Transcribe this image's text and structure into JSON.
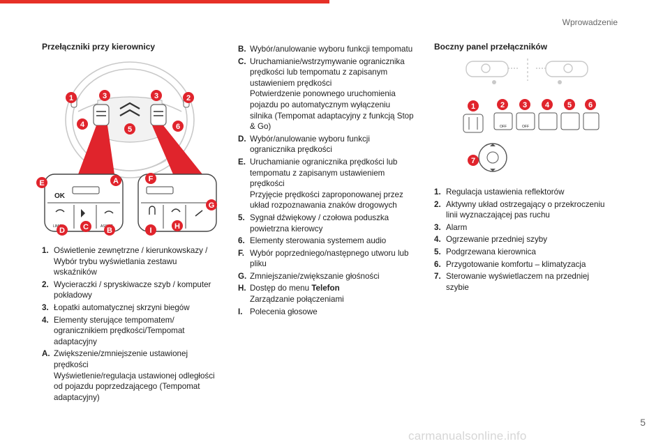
{
  "header": {
    "chapter": "Wprowadzenie"
  },
  "footer": {
    "page_number": "5",
    "watermark": "carmanualsonline.info"
  },
  "left": {
    "heading": "Przełączniki przy kierownicy",
    "items": [
      {
        "key": "1.",
        "lines": [
          "Oświetlenie zewnętrzne / kierunkowskazy /",
          "Wybór trybu wyświetlania zestawu",
          "wskaźników"
        ]
      },
      {
        "key": "2.",
        "lines": [
          "Wycieraczki / spryskiwacze szyb / komputer",
          "pokładowy"
        ]
      },
      {
        "key": "3.",
        "lines": [
          "Łopatki automatycznej skrzyni biegów"
        ]
      },
      {
        "key": "4.",
        "lines": [
          "Elementy sterujące tempomatem/",
          "ogranicznikiem prędkości/Tempomat",
          "adaptacyjny"
        ]
      },
      {
        "key": "A.",
        "lines": [
          "Zwiększenie/zmniejszenie ustawionej",
          "prędkości",
          "Wyświetlenie/regulacja ustawionej odległości",
          "od pojazdu poprzedzającego (Tempomat",
          "adaptacyjny)"
        ]
      }
    ]
  },
  "middle": {
    "items": [
      {
        "key": "B.",
        "lines": [
          "Wybór/anulowanie wyboru funkcji tempomatu"
        ]
      },
      {
        "key": "C.",
        "lines": [
          "Uruchamianie/wstrzymywanie ogranicznika",
          "prędkości lub tempomatu z zapisanym",
          "ustawieniem prędkości",
          "Potwierdzenie ponownego uruchomienia",
          "pojazdu po automatycznym wyłączeniu",
          "silnika (Tempomat adaptacyjny z funkcją Stop",
          "& Go)"
        ]
      },
      {
        "key": "D.",
        "lines": [
          "Wybór/anulowanie wyboru funkcji",
          "ogranicznika prędkości"
        ]
      },
      {
        "key": "E.",
        "lines": [
          "Uruchamianie ogranicznika prędkości lub",
          "tempomatu z zapisanym ustawieniem",
          "prędkości",
          "Przyjęcie prędkości zaproponowanej przez",
          "układ rozpoznawania znaków drogowych"
        ]
      },
      {
        "key": "5.",
        "lines": [
          "Sygnał dźwiękowy / czołowa poduszka",
          "powietrzna kierowcy"
        ]
      },
      {
        "key": "6.",
        "lines": [
          "Elementy sterowania systemem audio"
        ]
      },
      {
        "key": "F.",
        "lines": [
          "Wybór poprzedniego/następnego utworu lub",
          "pliku"
        ]
      },
      {
        "key": "G.",
        "lines": [
          "Zmniejszanie/zwiększanie głośności"
        ]
      },
      {
        "key": "H.",
        "lines": [
          "Dostęp do menu",
          "Zarządzanie połączeniami"
        ],
        "bold_suffix": "Telefon"
      },
      {
        "key": "I.",
        "lines": [
          "Polecenia głosowe"
        ]
      }
    ]
  },
  "right": {
    "heading": "Boczny panel przełączników",
    "items": [
      {
        "key": "1.",
        "lines": [
          "Regulacja ustawienia reflektorów"
        ]
      },
      {
        "key": "2.",
        "lines": [
          "Aktywny układ ostrzegający o przekroczeniu",
          "linii wyznaczającej pas ruchu"
        ]
      },
      {
        "key": "3.",
        "lines": [
          "Alarm"
        ]
      },
      {
        "key": "4.",
        "lines": [
          "Ogrzewanie przedniej szyby"
        ]
      },
      {
        "key": "5.",
        "lines": [
          "Podgrzewana kierownica"
        ]
      },
      {
        "key": "6.",
        "lines": [
          "Przygotowanie komfortu – klimatyzacja"
        ]
      },
      {
        "key": "7.",
        "lines": [
          "Sterowanie wyświetlaczem na przedniej",
          "szybie"
        ]
      }
    ]
  },
  "diagram_steering": {
    "callouts": [
      "1",
      "2",
      "3",
      "3",
      "4",
      "5",
      "6"
    ],
    "letters": [
      "A",
      "B",
      "C",
      "D",
      "E",
      "F",
      "G",
      "H",
      "I"
    ],
    "labels": {
      "ok": "OK",
      "limit": "LIMIT",
      "assist": "ASSIST"
    }
  },
  "diagram_panel": {
    "callouts": [
      "1",
      "2",
      "3",
      "4",
      "5",
      "6",
      "7"
    ],
    "labels": {
      "off": "OFF"
    }
  },
  "colors": {
    "accent": "#e0242c",
    "topbar": "#e63027"
  }
}
